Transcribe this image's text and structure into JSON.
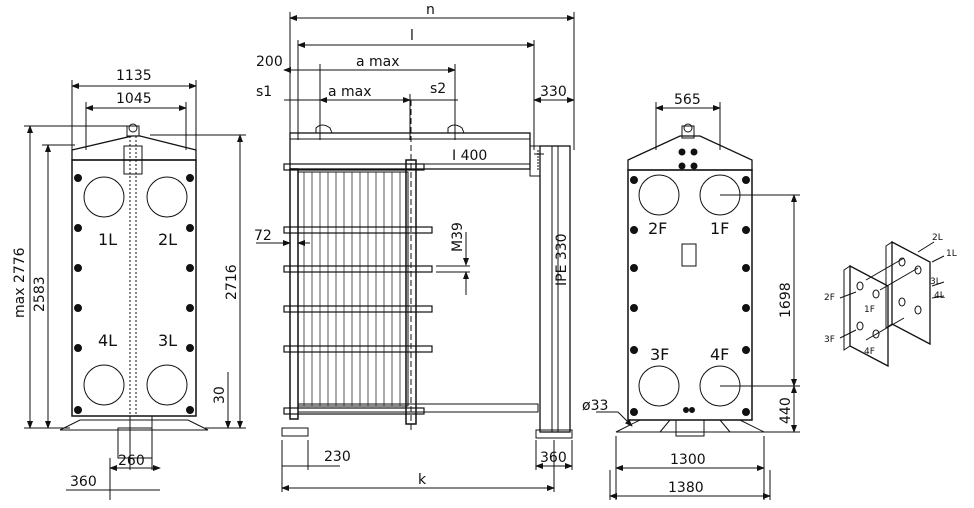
{
  "front_view": {
    "width_outer": "1135",
    "width_inner": "1045",
    "height_max": "max 2776",
    "height_total": "2583",
    "height_frame": "2716",
    "foot_height": "30",
    "foot_width": "260",
    "base_offset": "360",
    "ports": [
      "1L",
      "2L",
      "4L",
      "3L"
    ]
  },
  "side_view": {
    "dim_n": "n",
    "dim_l": "l",
    "dim_200": "200",
    "dim_a_max_outer": "a max",
    "dim_s1": "s1",
    "dim_a_max_inner": "a max",
    "dim_s2": "s2",
    "dim_330": "330",
    "beam_top": "I 400",
    "bolt": "M39",
    "dim_72": "72",
    "column": "IPE 330",
    "dim_230": "230",
    "dim_360": "360",
    "dim_k": "k"
  },
  "rear_view": {
    "width_top": "565",
    "height_ports": "1698",
    "height_base": "440",
    "hole": "ø33",
    "width_base": "1300",
    "width_total": "1380",
    "ports": [
      "2F",
      "1F",
      "3F",
      "4F"
    ]
  },
  "iso_view": {
    "labels": [
      "2L",
      "1L",
      "3L",
      "4L",
      "2F",
      "1F",
      "3F",
      "4F"
    ]
  }
}
